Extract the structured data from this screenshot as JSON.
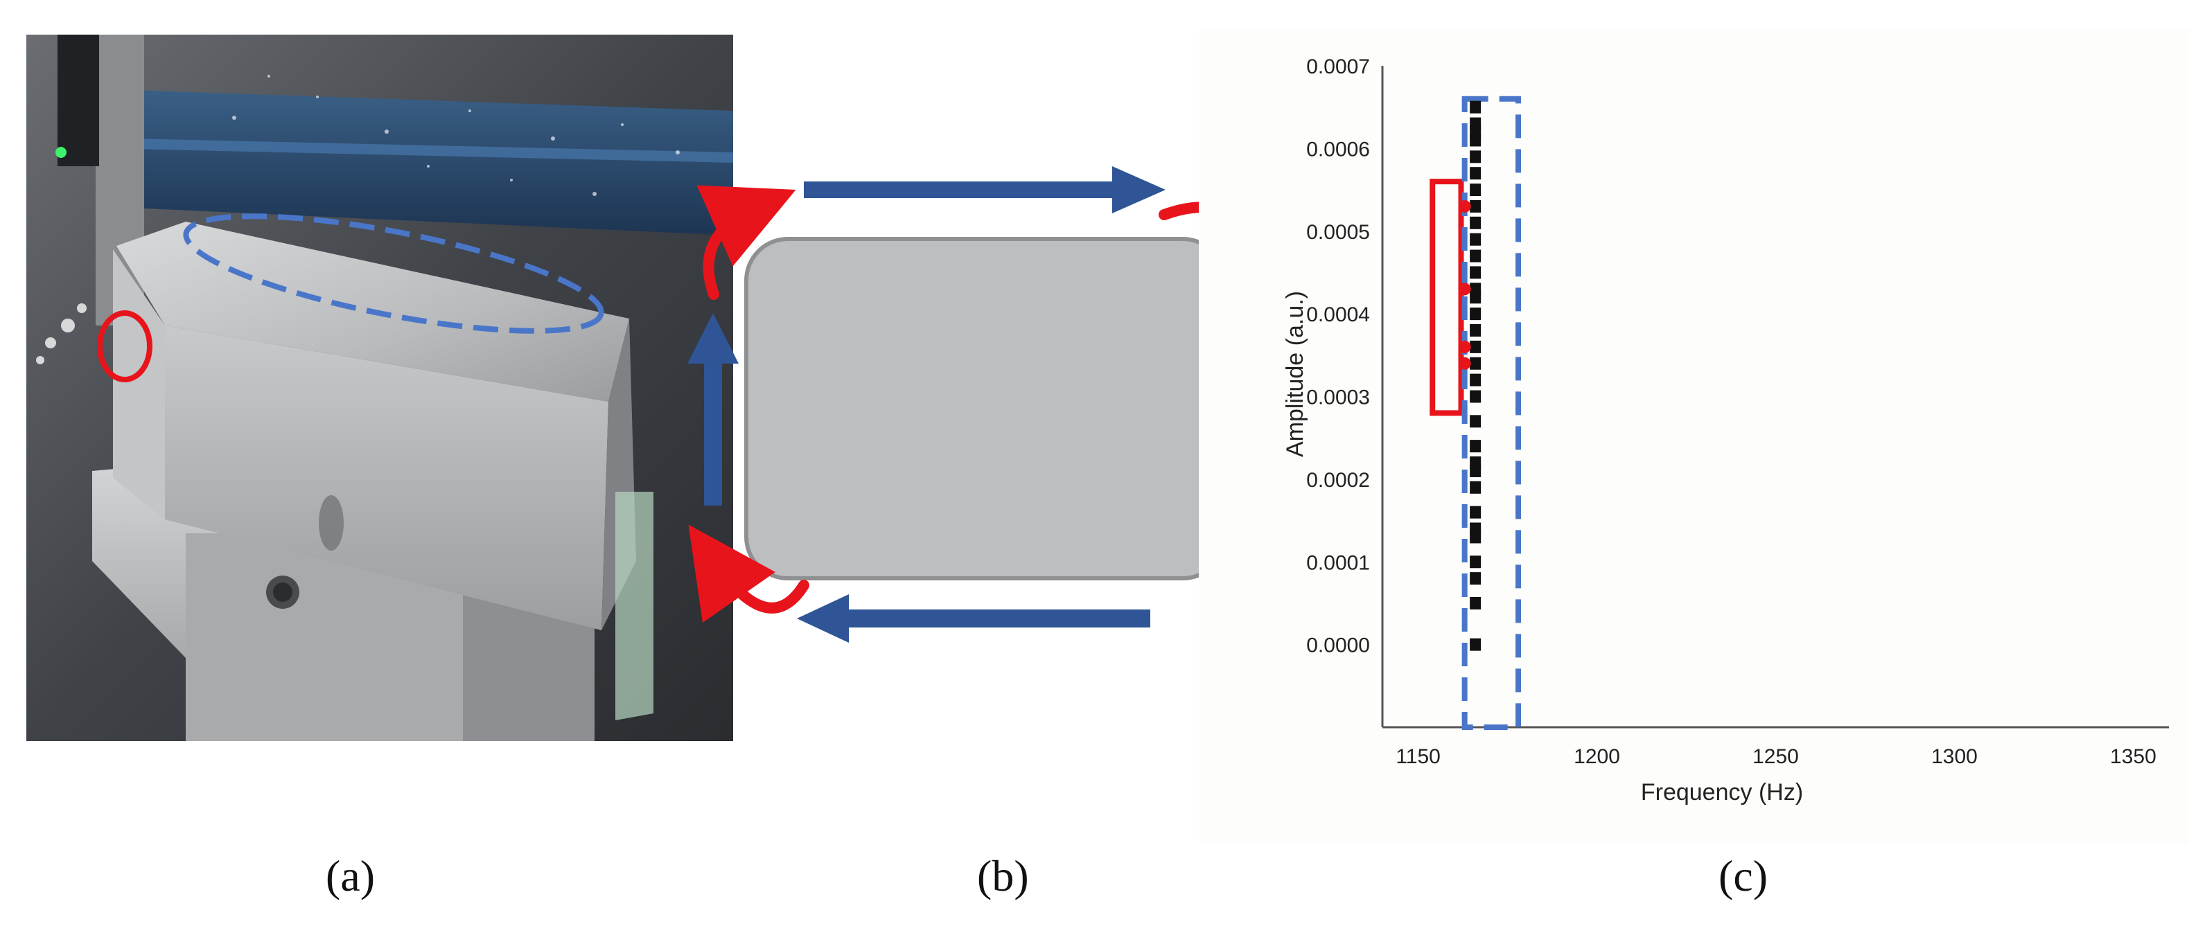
{
  "captions": {
    "a": "(a)",
    "b": "(b)",
    "c": "(c)"
  },
  "colors": {
    "highlight_red": "#e8141b",
    "highlight_blue": "#4a76c9",
    "arrow_blue": "#2f5597",
    "block_gray": "#bdbec0",
    "data_black": "#111111",
    "data_red": "#e8141b"
  },
  "panel_a": {
    "description_icons": [
      "workpiece-photo",
      "red-circle-marker",
      "blue-dashed-ellipse-marker"
    ]
  },
  "panel_b": {
    "icons": [
      "blue-arrow-right",
      "blue-arrow-down",
      "blue-arrow-left",
      "blue-arrow-up",
      "red-curved-arrow"
    ]
  },
  "chart_data": {
    "type": "scatter",
    "title": "",
    "xlabel": "Frequency (Hz)",
    "ylabel": "Amplitude (a.u.)",
    "xlim": [
      1140,
      1360
    ],
    "ylim": [
      -0.0001,
      0.0007
    ],
    "x_ticks": [
      1150,
      1200,
      1250,
      1300,
      1350
    ],
    "x_tick_labels": [
      "1150",
      "1200",
      "1250",
      "1300",
      "1350"
    ],
    "y_ticks": [
      0.0,
      0.0001,
      0.0002,
      0.0003,
      0.0004,
      0.0005,
      0.0006,
      0.0007
    ],
    "y_tick_labels": [
      "0.0000",
      "0.0001",
      "0.0002",
      "0.0003",
      "0.0004",
      "0.0005",
      "0.0006",
      "0.0007"
    ],
    "grid": false,
    "series": [
      {
        "color": "#111111",
        "marker": "square",
        "points": [
          [
            1166,
            0.00065
          ],
          [
            1166,
            0.00063
          ],
          [
            1166,
            0.00062
          ],
          [
            1166,
            0.00061
          ],
          [
            1166,
            0.00059
          ],
          [
            1166,
            0.00057
          ],
          [
            1166,
            0.00055
          ],
          [
            1166,
            0.00053
          ],
          [
            1166,
            0.00051
          ],
          [
            1166,
            0.00049
          ],
          [
            1166,
            0.00047
          ],
          [
            1166,
            0.00045
          ],
          [
            1166,
            0.00043
          ],
          [
            1166,
            0.00042
          ],
          [
            1166,
            0.0004
          ],
          [
            1166,
            0.00038
          ],
          [
            1166,
            0.00036
          ],
          [
            1166,
            0.00034
          ],
          [
            1166,
            0.00032
          ],
          [
            1166,
            0.0003
          ],
          [
            1166,
            0.00027
          ],
          [
            1166,
            0.00024
          ],
          [
            1166,
            0.00022
          ],
          [
            1166,
            0.00021
          ],
          [
            1166,
            0.00019
          ],
          [
            1166,
            0.00016
          ],
          [
            1166,
            0.00014
          ],
          [
            1166,
            0.00013
          ],
          [
            1166,
            0.0001
          ],
          [
            1166,
            8e-05
          ],
          [
            1166,
            5e-05
          ],
          [
            1166,
            0.0
          ]
        ]
      },
      {
        "color": "#e8141b",
        "marker": "circle",
        "points": [
          [
            1163,
            0.00053
          ],
          [
            1163,
            0.00043
          ],
          [
            1163,
            0.00036
          ],
          [
            1163,
            0.00034
          ]
        ]
      }
    ],
    "annotations": [
      {
        "shape": "rect",
        "style": "solid",
        "color": "#e8141b",
        "x_range": [
          1154,
          1162
        ],
        "y_range": [
          0.00028,
          0.00056
        ]
      },
      {
        "shape": "rect",
        "style": "dashed",
        "color": "#4a76c9",
        "x_range": [
          1163,
          1178
        ],
        "y_range": [
          -0.0001,
          0.00066
        ]
      }
    ]
  }
}
